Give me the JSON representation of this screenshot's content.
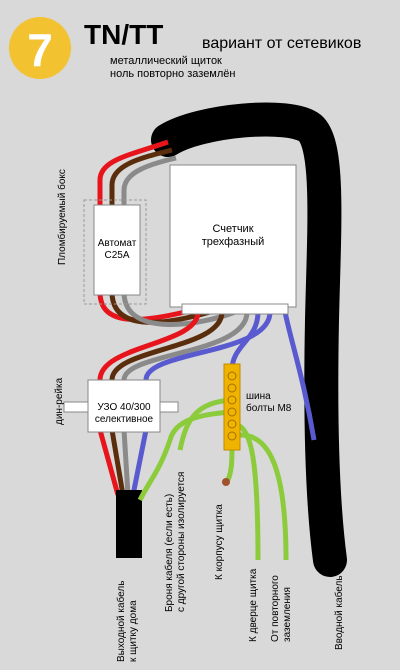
{
  "header": {
    "badge_number": "7",
    "title": "TN/TT",
    "subtitle": "вариант от сетевиков",
    "desc_line1": "металлический щиток",
    "desc_line2": "ноль повторно заземлён"
  },
  "labels": {
    "seal_box": "Пломбируемый бокс",
    "din_rail": "дин-рейка",
    "breaker_line1": "Автомат",
    "breaker_line2": "С25А",
    "meter_line1": "Счетчик",
    "meter_line2": "трехфазный",
    "rcd_line1": "УЗО 40/300",
    "rcd_line2": "селективное",
    "bus_line1": "шина",
    "bus_line2": "болты М8"
  },
  "bottom_labels": {
    "out_cable_1": "Выходной кабель",
    "out_cable_2": "к щитку дома",
    "armor_1": "Броня кабеля (если есть)",
    "armor_2": "с другой стороны изолируется",
    "to_body": "К корпусу щитка",
    "to_door": "К дверце щитка",
    "reground_1": "От повторного",
    "reground_2": "заземления",
    "input_cable": "Вводной кабель"
  },
  "colors": {
    "background": "#d9d9d9",
    "badge": "#f2c230",
    "red": "#e8141c",
    "brown": "#5a2d0c",
    "gray": "#8a8a8a",
    "blue": "#5a5ad0",
    "green": "#8ccc3c",
    "bus": "#f0b400",
    "cable": "#000000"
  }
}
